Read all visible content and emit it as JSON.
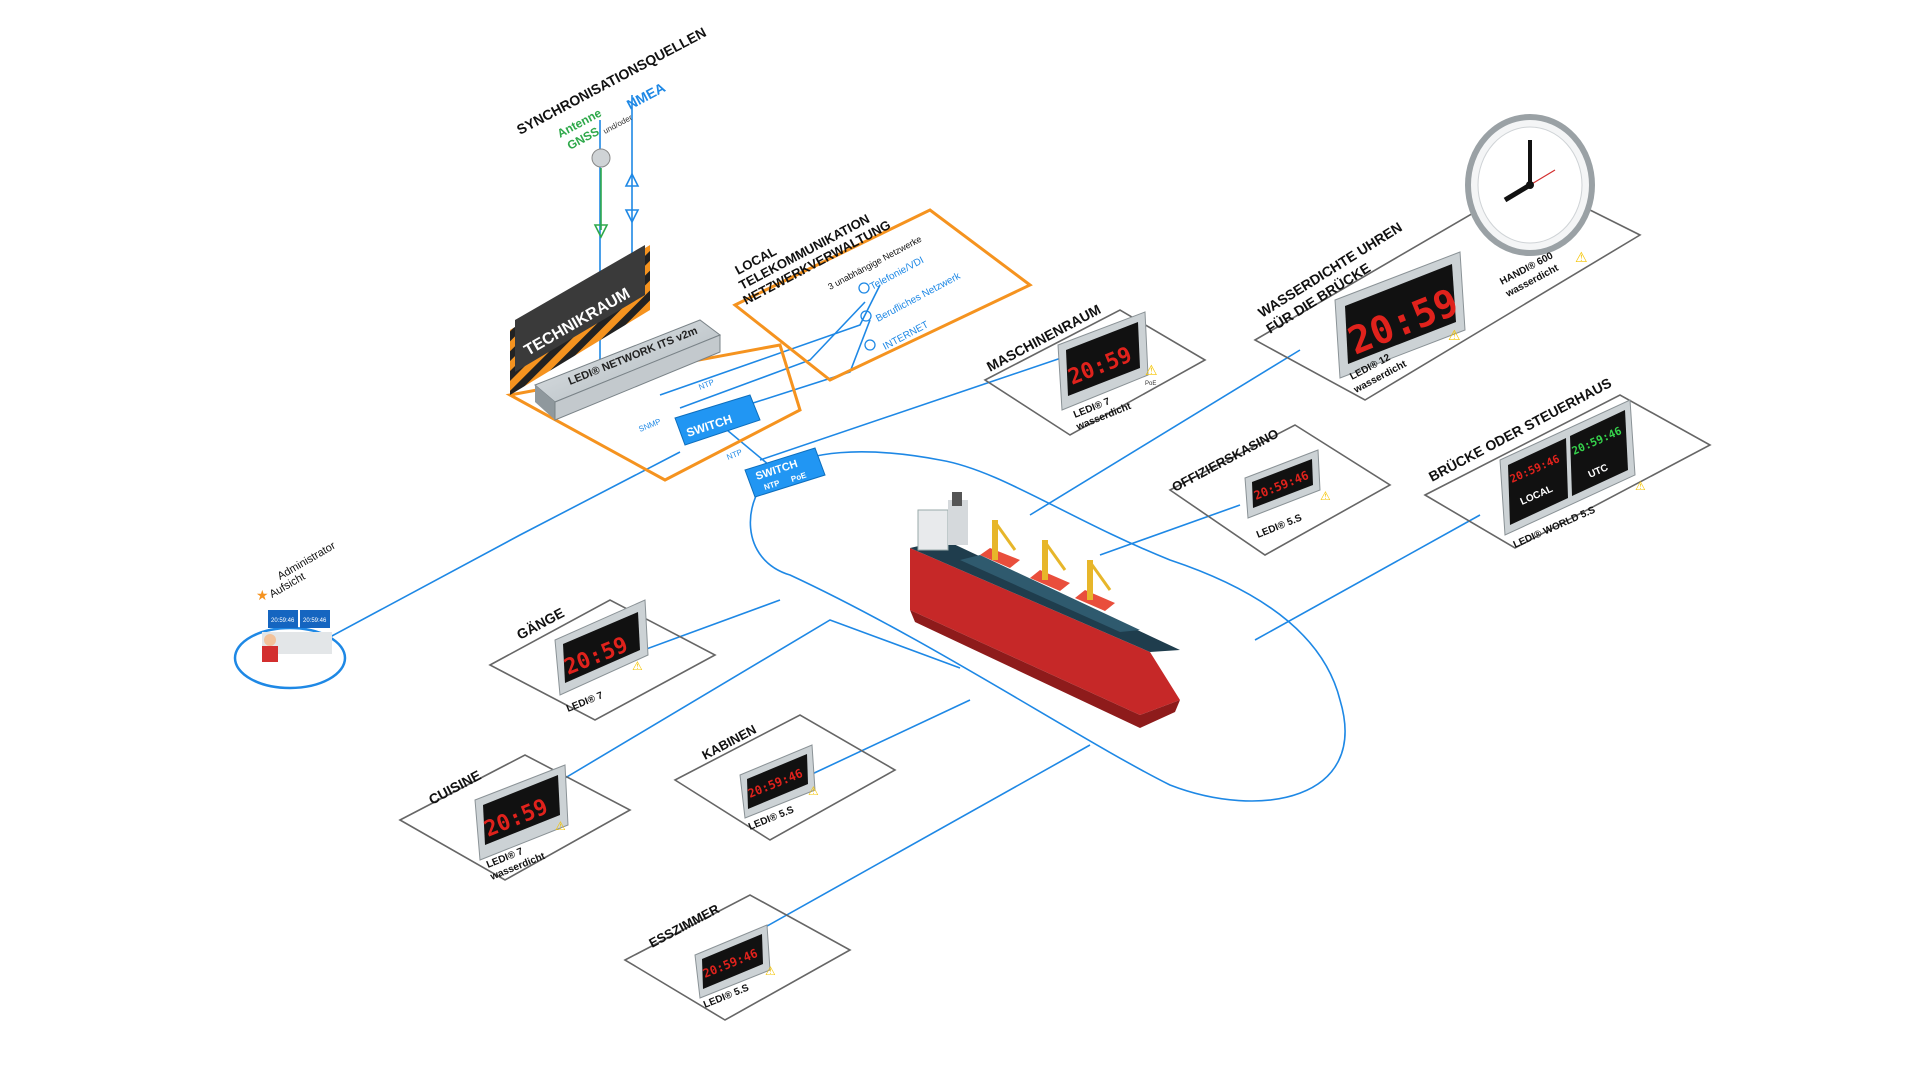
{
  "sync": {
    "title": "SYNCHRONISATIONSQUELLEN",
    "antenna_line1": "Antenne",
    "antenna_line2": "GNSS",
    "connector": "und/oder",
    "nmea": "NMEA"
  },
  "technikraum": {
    "title": "TECHNIKRAUM",
    "device": "LEDI® NETWORK ITS v2m",
    "switch1": "SWITCH",
    "switch2": "SWITCH",
    "switch2_sub": "NTP",
    "switch2_poe": "PoE",
    "ntp_label1": "NTP",
    "ntp_label2": "NTP",
    "snmp_label": "SNMP"
  },
  "telecom": {
    "title_line1": "LOCAL",
    "title_line2": "TELEKOMMUNIKATION",
    "title_line3": "NETZWERKVERWALTUNG",
    "subtitle": "3 unabhängige Netzwerke",
    "net1": "Telefonie/VDI",
    "net2": "Berufliches Netzwerk",
    "net3": "INTERNET"
  },
  "admin": {
    "line1": "Administrator",
    "line2": "Aufsicht",
    "screen1": "20:59:46",
    "screen2": "20:59:46"
  },
  "zones": [
    {
      "title": "MASCHINENRAUM",
      "display": "20:59",
      "model": "LEDI® 7",
      "sub": "wasserdicht"
    },
    {
      "title": "WASSERDICHTE UHREN",
      "title2": "FÜR DIE BRÜCKE",
      "display": "20:59",
      "model": "LEDI® 12",
      "sub": "wasserdicht",
      "clock_model": "HANDI® 600",
      "clock_sub": "wasserdicht"
    },
    {
      "title": "OFFIZIERSKASINO",
      "display": "20:59:46",
      "model": "LEDI® 5.S"
    },
    {
      "title": "BRÜCKE ODER STEUERHAUS",
      "display_local": "20:59:46",
      "display_utc": "20:59:46",
      "local": "LOCAL",
      "utc": "UTC",
      "model": "LEDI® WORLD 5.S"
    },
    {
      "title": "GÄNGE",
      "display": "20:59",
      "model": "LEDI® 7"
    },
    {
      "title": "CUISINE",
      "display": "20:59",
      "model": "LEDI® 7",
      "sub": "wasserdicht"
    },
    {
      "title": "KABINEN",
      "display": "20:59:46",
      "model": "LEDI® 5.S"
    },
    {
      "title": "ESSZIMMER",
      "display": "20:59:46",
      "model": "LEDI® 5.S"
    }
  ],
  "poe_mark": "PoE",
  "colors": {
    "wire": "#1e88e5",
    "orange": "#f5931f",
    "green": "#2ea84a",
    "red_display": "#e0221c",
    "hull": "#c62828",
    "switch_blue": "#2196f3"
  }
}
